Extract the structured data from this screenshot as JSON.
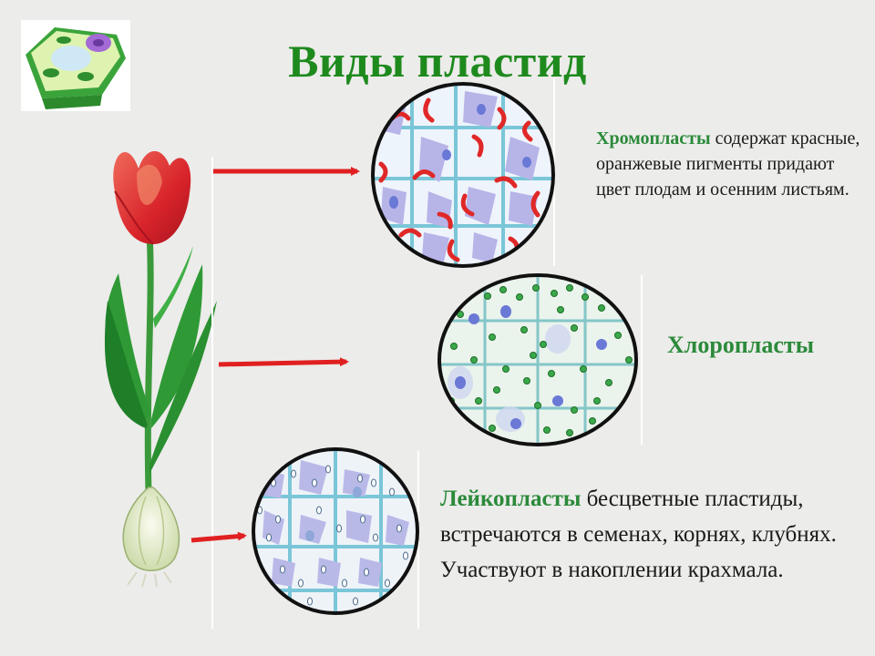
{
  "title": "Виды пластид",
  "chromoplasts": {
    "term": "Хромопласты",
    "text": " содержат красные, оранжевые пигменты придают цвет плодам и осенним листьям."
  },
  "chloroplasts": {
    "label": "Хлоропласты"
  },
  "leucoplasts": {
    "term": "Лейкопласты",
    "text": " бесцветные пластиды, встречаются в семенах, корнях, клубнях. Участвуют в  накоплении крахмала."
  },
  "colors": {
    "title": "#1e8a1e",
    "term": "#2b8a3a",
    "arrow": "#e02020",
    "background": "#ececea"
  },
  "icons": [
    "plant-cell-icon",
    "tulip-illustration",
    "chromoplast-micrograph",
    "chloroplast-micrograph",
    "leucoplast-micrograph"
  ]
}
